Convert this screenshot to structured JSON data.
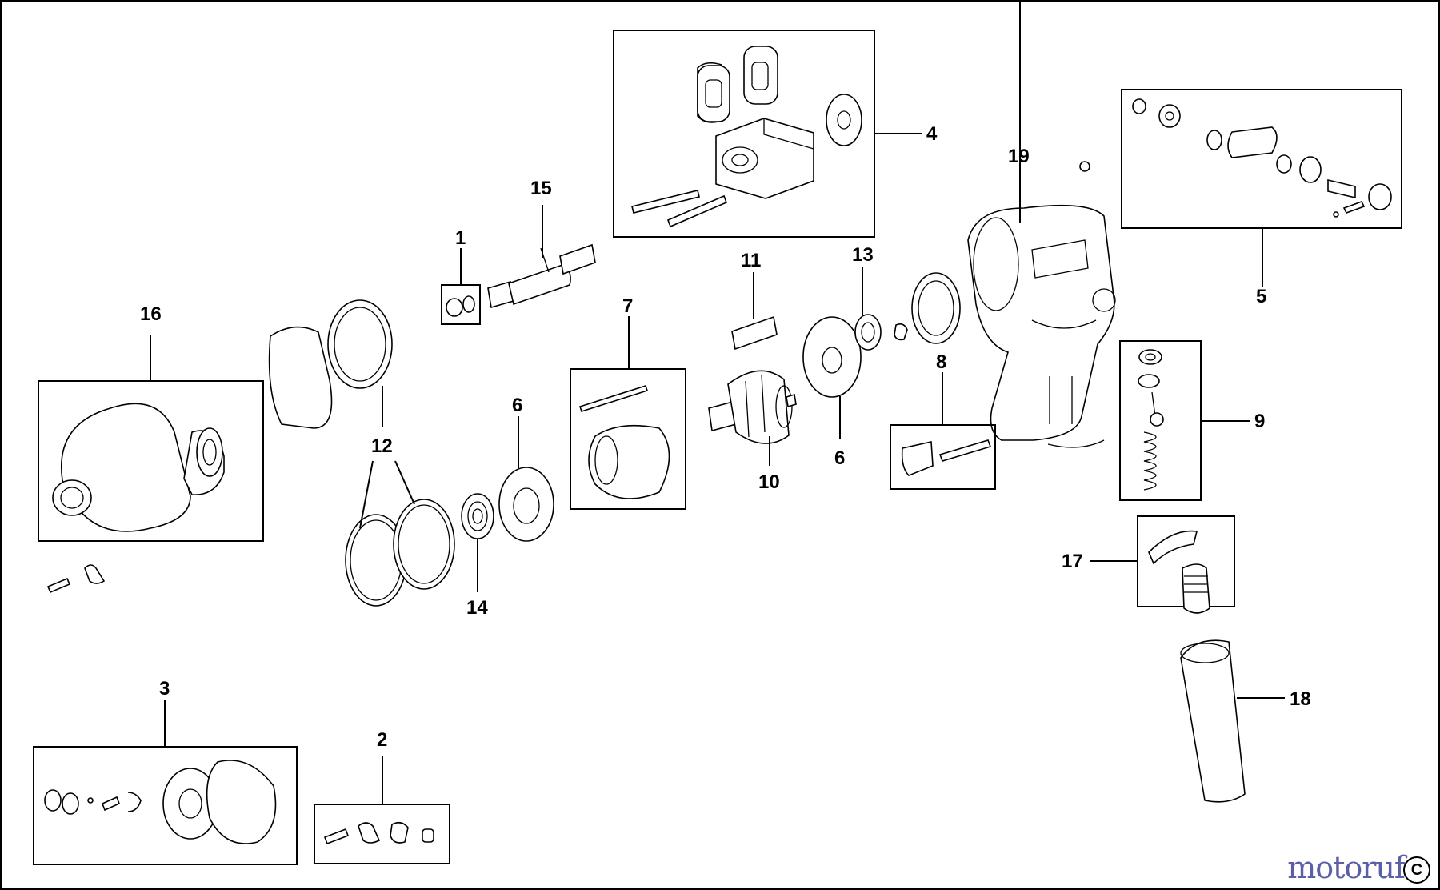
{
  "part_numbers": {
    "p1": "1",
    "p2": "2",
    "p3": "3",
    "p4": "4",
    "p5": "5",
    "p6a": "6",
    "p6b": "6",
    "p7": "7",
    "p8": "8",
    "p9": "9",
    "p10": "10",
    "p11": "11",
    "p12": "12",
    "p13": "13",
    "p14": "14",
    "p15": "15",
    "p16": "16",
    "p17": "17",
    "p18": "18",
    "p19": "19"
  },
  "watermark": {
    "text": "motoruf",
    "colors": [
      "#5a5fa8",
      "#c8a03a",
      "#7a9a3a",
      "#b0463a"
    ],
    "copyright_symbol": "C"
  }
}
